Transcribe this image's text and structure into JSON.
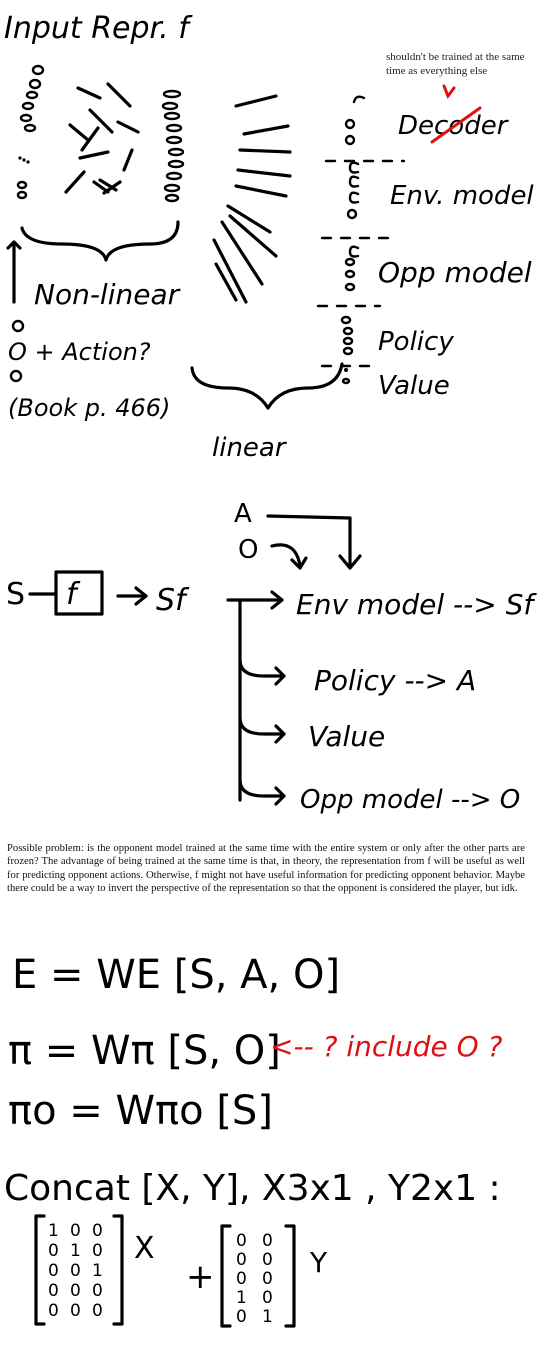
{
  "sketch1": {
    "title": "Input Repr. f",
    "layer_labels": {
      "decoder": "Decoder",
      "env_model": "Env. model",
      "opp_model": "Opp model",
      "policy": "Policy",
      "value": "Value"
    },
    "decoder_note": "shouldn't be trained at the same time as everything else",
    "nonlinear_label": "Non-linear",
    "linear_label": "linear",
    "input_note_line1": "O + Action?",
    "input_note_line2": "(Book p. 466)"
  },
  "sketch2": {
    "input_s": "S",
    "module_f": "f",
    "output_sf": "Sf",
    "a_label": "A",
    "o_label": "O",
    "branches": [
      "Env model --> Sf",
      "Policy --> A",
      "Value",
      "Opp model --> O"
    ]
  },
  "paragraph": "Possible problem: is the opponent model trained at the same time with the entire system or only after the other parts are frozen? The advantage of being trained at the same time is that, in theory, the representation from f will be useful as well for predicting opponent actions. Otherwise, f might not have useful information for predicting opponent behavior. Maybe there could be a way to invert the perspective of the representation so that the opponent is considered the player, but idk.",
  "equations": {
    "eq1": "E = WE [S, A, O]",
    "eq2": "π = Wπ [S, O]",
    "eq2_note": "<-- ? include O ?",
    "eq3": "πo = Wπo [S]"
  },
  "concat": {
    "header": "Concat [X, Y], X3x1 , Y2x1 :",
    "x_label": "X",
    "y_label": "Y",
    "matrix1": [
      [
        "1",
        "0",
        "0"
      ],
      [
        "0",
        "1",
        "0"
      ],
      [
        "0",
        "0",
        "1"
      ],
      [
        "0",
        "0",
        "0"
      ],
      [
        "0",
        "0",
        "0"
      ]
    ],
    "matrix2": [
      [
        "0",
        "0"
      ],
      [
        "0",
        "0"
      ],
      [
        "0",
        "0"
      ],
      [
        "1",
        "0"
      ],
      [
        "0",
        "1"
      ]
    ]
  },
  "colors": {
    "ink": "#000000",
    "annotation": "#e01010",
    "background": "#ffffff"
  }
}
